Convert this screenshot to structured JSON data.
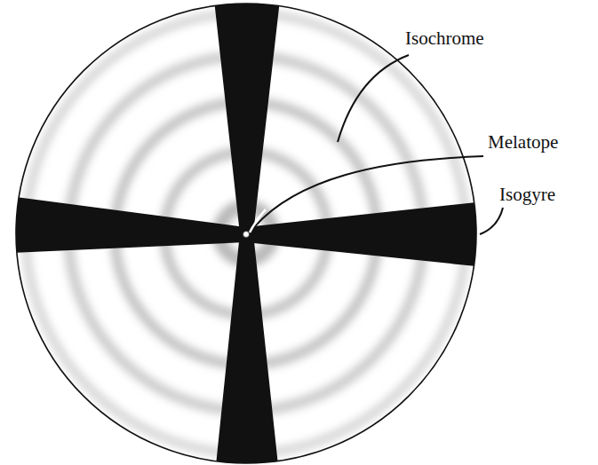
{
  "diagram": {
    "labels": [
      "Isochrome",
      "Melatope",
      "Isogyre"
    ]
  }
}
